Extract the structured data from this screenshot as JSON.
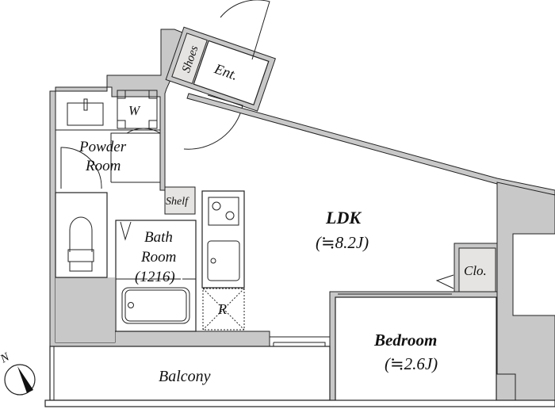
{
  "floor_plan": {
    "rooms": {
      "ldk": {
        "name": "LDK",
        "size": "(≒8.2J)"
      },
      "bedroom": {
        "name": "Bedroom",
        "size": "(≒2.6J)"
      },
      "powder_room": {
        "line1": "Powder",
        "line2": "Room"
      },
      "bath_room": {
        "line1": "Bath",
        "line2": "Room",
        "size": "(1216)"
      },
      "balcony": {
        "name": "Balcony"
      },
      "entrance": {
        "name": "Ent."
      },
      "shoes": {
        "name": "Shoes"
      },
      "shelf": {
        "name": "Shelf"
      },
      "closet": {
        "name": "Clo."
      },
      "washer": {
        "name": "W"
      },
      "refrigerator": {
        "name": "R"
      }
    },
    "compass": {
      "label": "N"
    },
    "colors": {
      "wall": "#c8c8c8",
      "storage": "#e6e4e2",
      "line": "#222222"
    }
  }
}
